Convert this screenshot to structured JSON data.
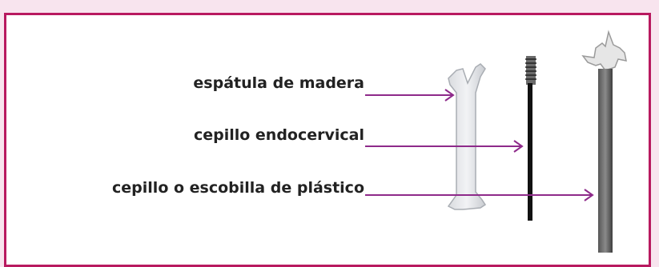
{
  "figure": {
    "border_color": "#b8195f",
    "background_color": "#f8e4ee",
    "arrow_color": "#8e2a8a",
    "labels": [
      {
        "text": "espátula de madera",
        "points_to": "wooden-spatula"
      },
      {
        "text": "cepillo endocervical",
        "points_to": "endocervical-brush"
      },
      {
        "text": "cepillo o escobilla de plástico",
        "points_to": "plastic-brush"
      }
    ]
  }
}
